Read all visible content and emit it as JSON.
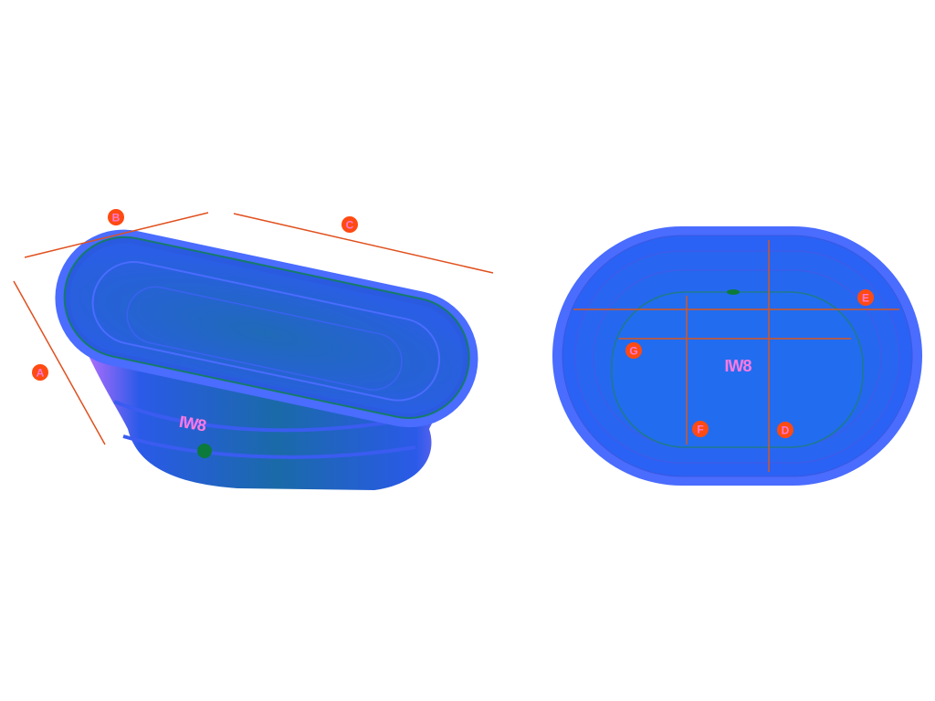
{
  "colors": {
    "tub_rim": "#4a6cff",
    "tub_body": "#2a64f0",
    "tub_shade": "#1a6a9a",
    "dimension_line": "#e0501e",
    "label_fill": "#ff4a12",
    "label_text": "#ff7ad9",
    "logo_text": "#ff7ae0"
  },
  "perspective_view": {
    "logo": "IW8",
    "labels": {
      "A": "A",
      "B": "B",
      "C": "C"
    }
  },
  "top_view": {
    "logo": "IW8",
    "labels": {
      "D": "D",
      "E": "E",
      "F": "F",
      "G": "G"
    }
  }
}
